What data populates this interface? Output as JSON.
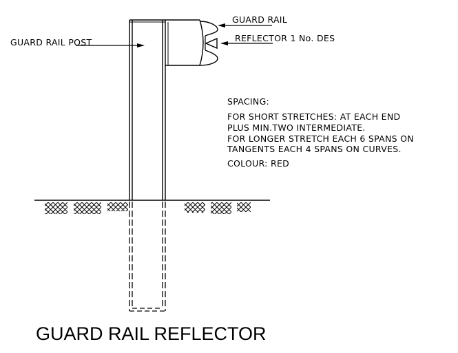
{
  "labels": {
    "guard_rail": "GUARD RAIL",
    "reflector": "REFLECTOR 1 No. DES",
    "guard_rail_post": "GUARD RAIL POST"
  },
  "notes": {
    "heading": "SPACING:",
    "line1": "FOR SHORT STRETCHES: AT EACH END",
    "line2": "PLUS MIN.TWO INTERMEDIATE.",
    "line3": "FOR LONGER STRETCH EACH 6 SPANS ON",
    "line4": "TANGENTS EACH 4 SPANS ON CURVES.",
    "colour": "COLOUR:  RED"
  },
  "title": "GUARD RAIL REFLECTOR"
}
